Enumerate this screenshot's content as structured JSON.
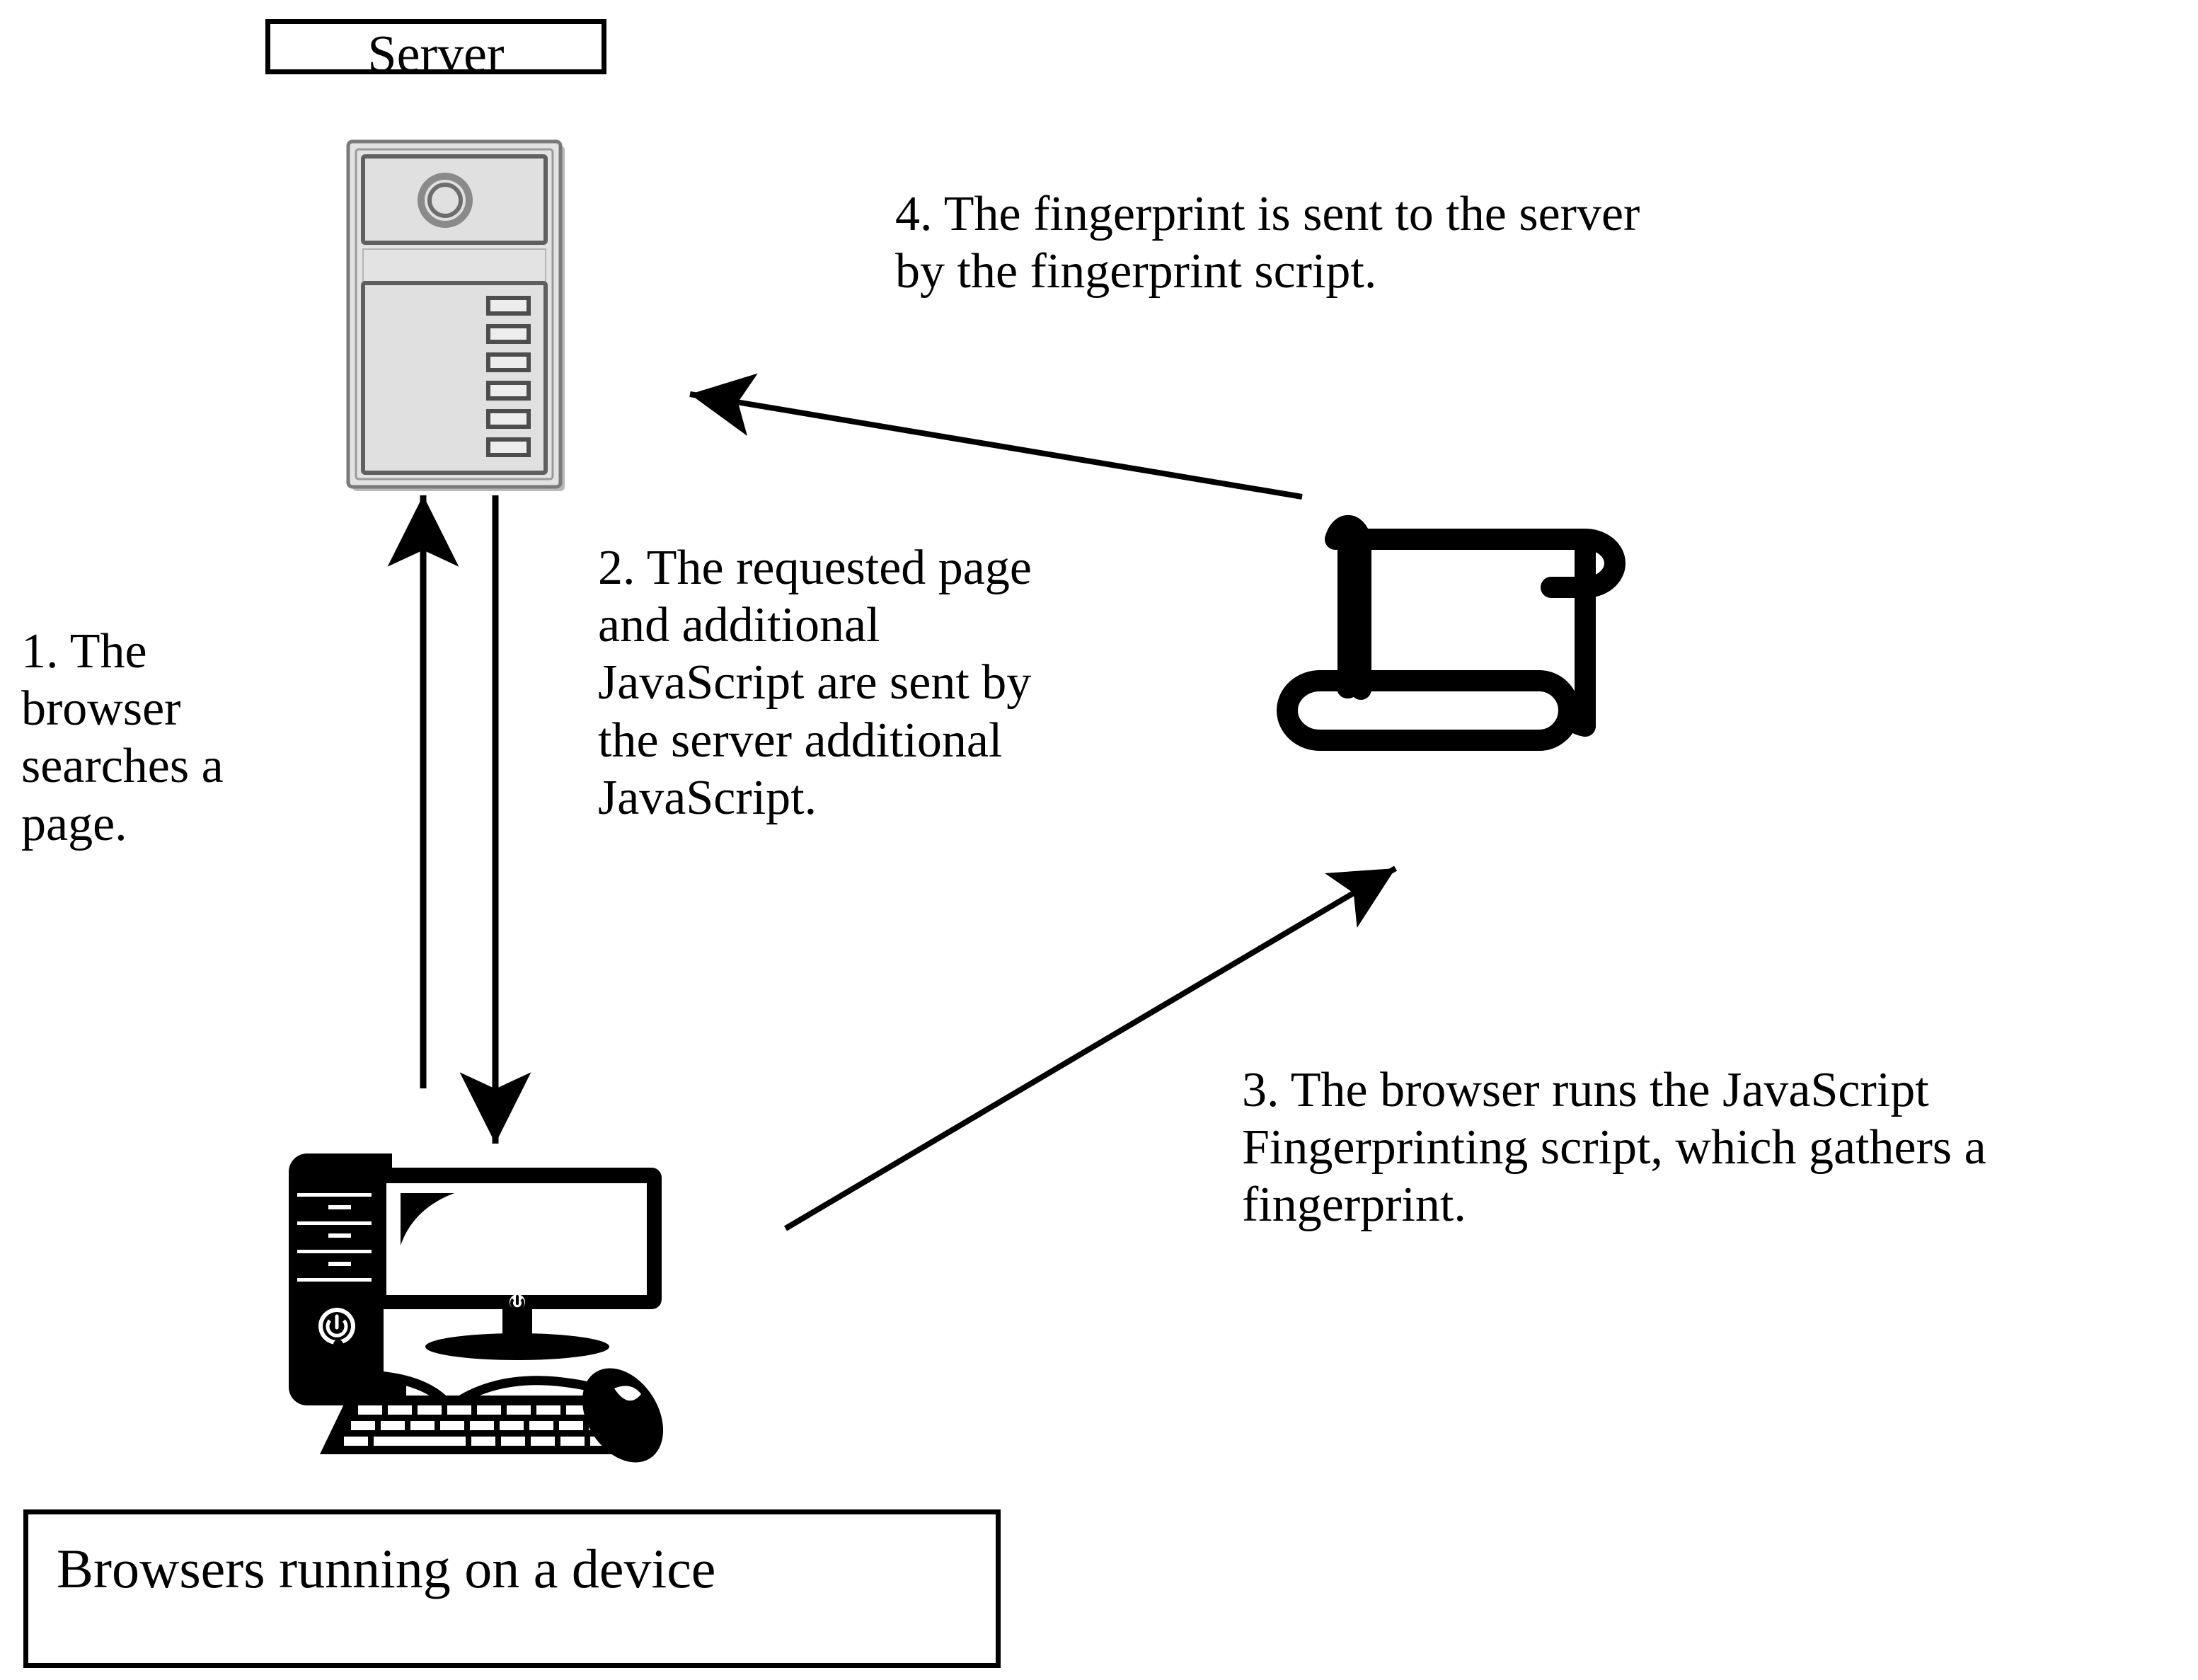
{
  "diagram": {
    "title_boxes": {
      "server": "Server",
      "device": "Browsers running on a device"
    },
    "steps": [
      {
        "id": 1,
        "number": "1.",
        "text": "1. The\nbrowser\nsearches a\npage.",
        "flat_text": "1. The browser searches a page.",
        "from": "browsers running on a device",
        "to": "server"
      },
      {
        "id": 2,
        "number": "2.",
        "text": "2. The requested page\nand additional\nJavaScript are sent by\nthe server additional\nJavaScript.",
        "flat_text": "2. The requested page and additional JavaScript are sent by the server additional JavaScript.",
        "from": "server",
        "to": "browsers running on a device"
      },
      {
        "id": 3,
        "number": "3.",
        "text": "3. The browser runs the JavaScript\nFingerprinting script, which gathers a\nfingerprint.",
        "flat_text": "3. The browser runs the JavaScript Fingerprinting script, which gathers a fingerprint.",
        "from": "browsers running on a device",
        "to": "fingerprint script"
      },
      {
        "id": 4,
        "number": "4.",
        "text": "4. The fingerprint is sent to the server\nby the fingerprint script.",
        "flat_text": "4. The fingerprint is sent to the server by the fingerprint script.",
        "from": "fingerprint script",
        "to": "server"
      }
    ],
    "icons": {
      "server_tower": "server-tower-icon",
      "desktop_computer": "desktop-computer-icon",
      "script_scroll": "script-scroll-icon"
    },
    "arrows": [
      {
        "name": "arrow-device-to-server",
        "direction": "up",
        "label_step": 1
      },
      {
        "name": "arrow-server-to-device",
        "direction": "down",
        "label_step": 2
      },
      {
        "name": "arrow-device-to-script",
        "direction": "up-right",
        "label_step": 3
      },
      {
        "name": "arrow-script-to-server",
        "direction": "up-left",
        "label_step": 4
      }
    ],
    "colors": {
      "ink": "#000000",
      "background": "#ffffff",
      "server_body_light": "#e0e0e0",
      "server_body_mid": "#d6d6d6",
      "server_outline": "#6e6e6e",
      "server_outline_dark": "#4f4f4f",
      "server_highlight": "#f0f0f0"
    }
  }
}
